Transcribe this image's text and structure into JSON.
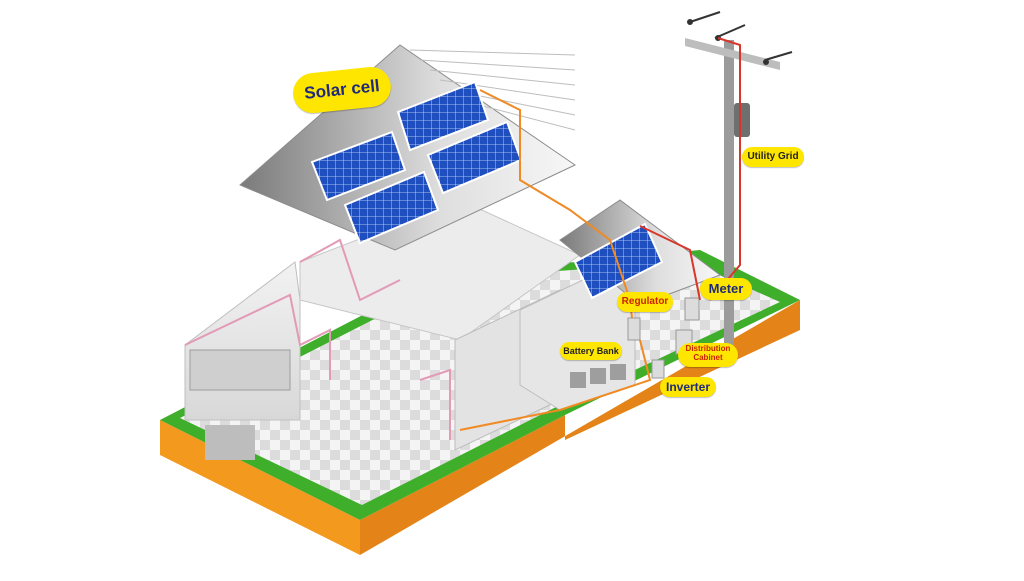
{
  "labels": {
    "solar_cell": "Solar cell",
    "utility_grid": "Utility Grid",
    "meter": "Meter",
    "regulator": "Regulator",
    "battery_bank": "Battery Bank",
    "distribution_line1": "Distribution",
    "distribution_line2": "Cabinet",
    "inverter": "Inverter"
  },
  "colors": {
    "label_fill": "#ffe600",
    "label_text_blue": "#1f2a7a",
    "label_text_dark": "#222222",
    "label_text_red": "#cc2200",
    "panel_blue": "#1f4fbf",
    "grass": "#3fae2a",
    "soil": "#f39a1e",
    "wire_red": "#d9362b",
    "wire_orange": "#f08a24",
    "wire_pink": "#e39ab6"
  }
}
